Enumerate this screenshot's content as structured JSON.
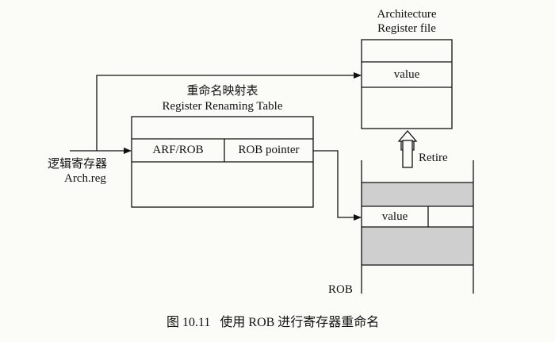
{
  "arch_file": {
    "title_line1": "Architecture",
    "title_line2": "Register file",
    "value_label": "value"
  },
  "rename_table": {
    "title_cn": "重命名映射表",
    "title_en": "Register Renaming Table",
    "col1": "ARF/ROB",
    "col2": "ROB pointer"
  },
  "input": {
    "label_cn": "逻辑寄存器",
    "label_en": "Arch.reg"
  },
  "retire_label": "Retire",
  "rob": {
    "label": "ROB",
    "value_label": "value",
    "shade_color": "#cfcfcf"
  },
  "caption": "图 10.11   使用 ROB 进行寄存器重命名"
}
